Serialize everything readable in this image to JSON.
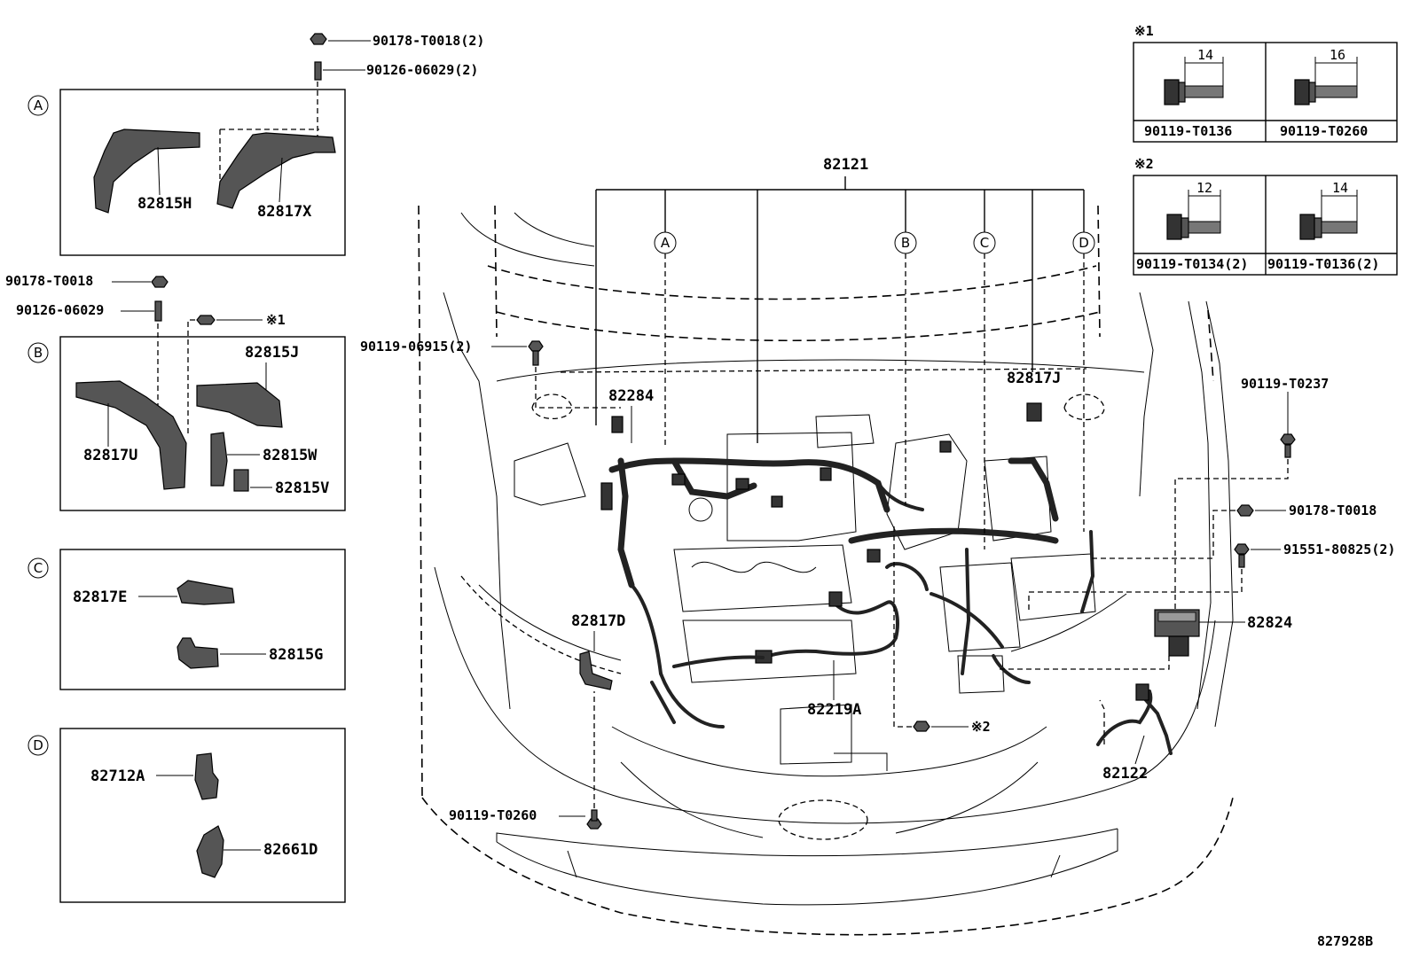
{
  "diagram": {
    "main_label": "82121",
    "figure_code": "827928B",
    "callouts": {
      "A": "A",
      "B": "B",
      "C": "C",
      "D": "D"
    },
    "note_marks": {
      "n1": "※1",
      "n2": "※2"
    },
    "panel_a": {
      "p1": "82815H",
      "p2": "82817X"
    },
    "panel_b": {
      "p1": "82815J",
      "p2": "82817U",
      "p3": "82815W",
      "p4": "82815V"
    },
    "panel_c": {
      "p1": "82817E",
      "p2": "82815G"
    },
    "panel_d": {
      "p1": "82712A",
      "p2": "82661D"
    },
    "top_fasteners": {
      "nut": "90178-T0018(2)",
      "stud": "90126-06029(2)"
    },
    "b_fasteners": {
      "nut": "90178-T0018",
      "stud": "90126-06029",
      "bolt_ref": "※1"
    },
    "main_parts": {
      "bolt_left": "90119-06915(2)",
      "p82284": "82284",
      "p82817J": "82817J",
      "p90119T0237": "90119-T0237",
      "p90178T0018": "90178-T0018",
      "p91551": "91551-80825(2)",
      "p82824": "82824",
      "p82817D": "82817D",
      "p82219A": "82219A",
      "ref2": "※2",
      "p82122": "82122",
      "p90119T0260": "90119-T0260"
    },
    "table1": {
      "title": "※1",
      "cells": [
        {
          "dim": "14",
          "part": "90119-T0136"
        },
        {
          "dim": "16",
          "part": "90119-T0260"
        }
      ]
    },
    "table2": {
      "title": "※2",
      "cells": [
        {
          "dim": "12",
          "part": "90119-T0134(2)"
        },
        {
          "dim": "14",
          "part": "90119-T0136(2)"
        }
      ]
    }
  }
}
